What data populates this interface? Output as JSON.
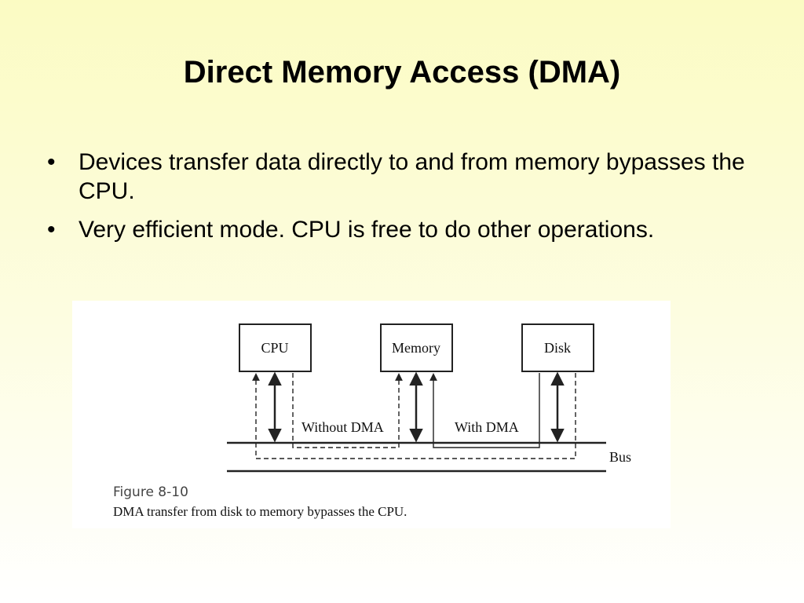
{
  "slide": {
    "title": "Direct Memory Access (DMA)",
    "bullets": [
      "Devices transfer data directly to and from memory bypasses the CPU.",
      "Very efficient mode. CPU is free to do other operations."
    ]
  },
  "figure": {
    "nodes": {
      "cpu": "CPU",
      "memory": "Memory",
      "disk": "Disk"
    },
    "path_labels": {
      "without_dma": "Without DMA",
      "with_dma": "With DMA"
    },
    "bus_label": "Bus",
    "caption_title": "Figure 8-10",
    "caption_text": "DMA transfer from disk to memory bypasses the CPU."
  }
}
